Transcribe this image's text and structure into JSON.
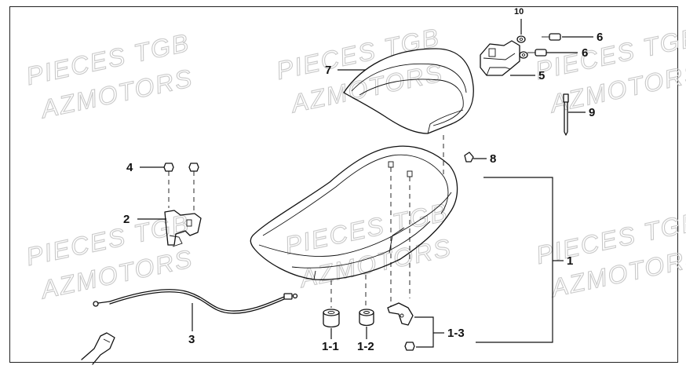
{
  "watermarks": [
    {
      "line1": "PIECES TGB",
      "line2": "AZMOTORS"
    },
    {
      "line1": "PIECES TGB",
      "line2": "AZMOTORS"
    },
    {
      "line1": "PIECES TGB",
      "line2": "AZMOTORS"
    },
    {
      "line1": "PIECES TGB",
      "line2": "AZMOTORS"
    },
    {
      "line1": "PIECES TGB",
      "line2": "AZMOTORS"
    },
    {
      "line1": "PIECES TGB",
      "line2": "AZMOTORS"
    }
  ],
  "callouts": {
    "c1": "1",
    "c1_1": "1-1",
    "c1_2": "1-2",
    "c1_3": "1-3",
    "c2": "2",
    "c3": "3",
    "c4": "4",
    "c5": "5",
    "c6a": "6",
    "c6b": "6",
    "c7": "7",
    "c8": "8",
    "c9": "9",
    "c10": "10"
  }
}
